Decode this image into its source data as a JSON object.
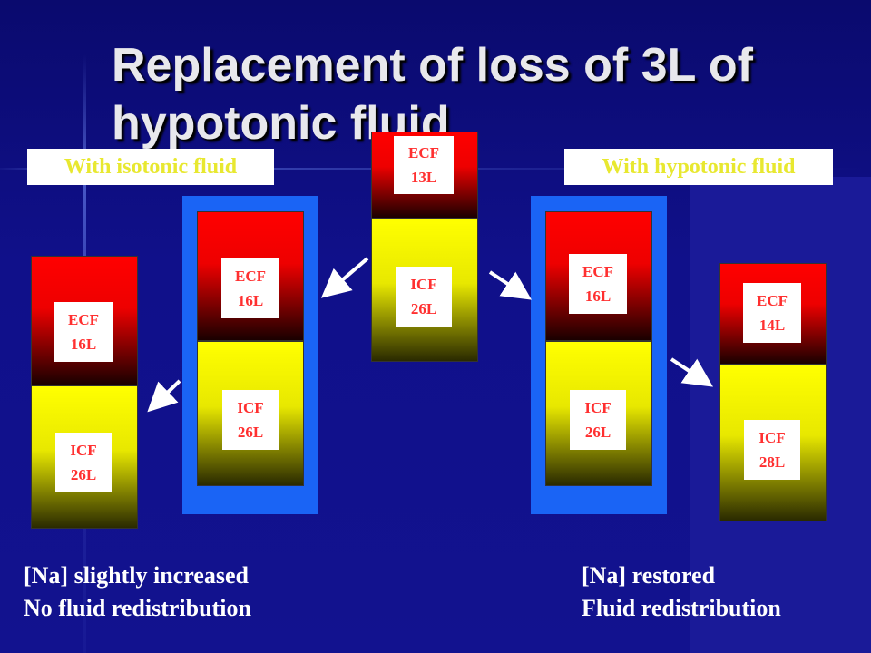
{
  "title": "Replacement of loss of 3L of hypotonic fluid",
  "left_label": "With isotonic fluid",
  "right_label": "With hypotonic fluid",
  "columns": [
    {
      "ecf": [
        "ECF",
        "16L"
      ],
      "icf": [
        "ICF",
        "26L"
      ]
    },
    {
      "ecf": [
        "ECF",
        "16L"
      ],
      "icf": [
        "ICF",
        "26L"
      ]
    },
    {
      "ecf": [
        "ECF",
        "13L"
      ],
      "icf": [
        "ICF",
        "26L"
      ]
    },
    {
      "ecf": [
        "ECF",
        "16L"
      ],
      "icf": [
        "ICF",
        "26L"
      ]
    },
    {
      "ecf": [
        "ECF",
        "14L"
      ],
      "icf": [
        "ICF",
        "28L"
      ]
    }
  ],
  "left_caption": [
    "[Na] slightly increased",
    "No fluid redistribution"
  ],
  "right_caption": [
    "[Na] restored",
    "Fluid redistribution"
  ],
  "colors": {
    "ecf": "#ff0000",
    "icf": "#ffff00",
    "frame": "#1a64f5",
    "label_text": "#e8e830",
    "tag_text": "#ff3030",
    "background": "#13138a"
  }
}
